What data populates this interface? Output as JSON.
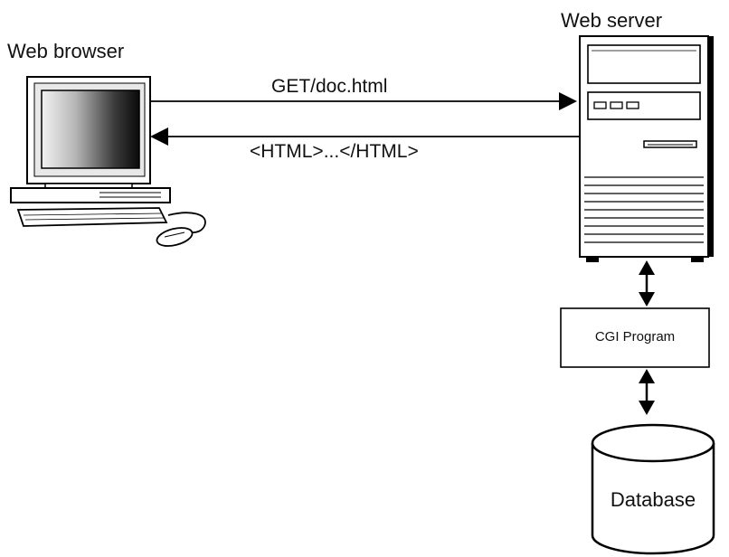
{
  "labels": {
    "browser": "Web browser",
    "server": "Web server",
    "request": "GET/doc.html",
    "response": "<HTML>...</HTML>",
    "cgi": "CGI Program",
    "database": "Database"
  },
  "icons": {
    "client": "desktop-computer-icon",
    "server": "tower-server-icon",
    "database": "database-cylinder-icon"
  },
  "colors": {
    "line": "#000000",
    "background": "#ffffff"
  }
}
